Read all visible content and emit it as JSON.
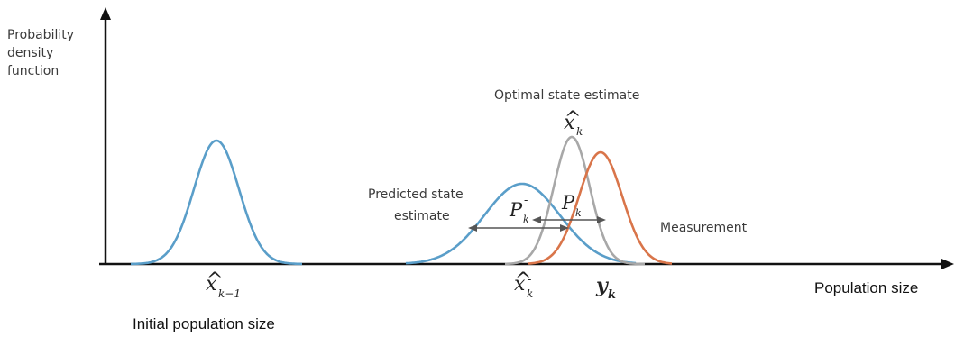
{
  "y_axis_label": [
    "Probability",
    "density",
    "function"
  ],
  "x_axis_label": "Population size",
  "initial_label": "Initial population size",
  "predicted_label": [
    "Predicted state",
    "estimate"
  ],
  "optimal_label": "Optimal state estimate",
  "measurement_label": "Measurement",
  "symbols": {
    "x_prev": {
      "base": "x",
      "hat": "^",
      "sub": "k−1"
    },
    "x_pred": {
      "base": "x",
      "hat": "^",
      "sub": "k",
      "sup": "-"
    },
    "x_opt": {
      "base": "x",
      "hat": "^",
      "sub": "k"
    },
    "y_meas": {
      "base": "y",
      "sub": "k"
    },
    "p_pred": {
      "base": "P",
      "sub": "k",
      "sup": "-"
    },
    "p_opt": {
      "base": "P",
      "sub": "k"
    }
  },
  "colors": {
    "blue": "#5a9ec9",
    "gray": "#a8a8a8",
    "orange": "#d9754a",
    "axis": "#111111"
  }
}
